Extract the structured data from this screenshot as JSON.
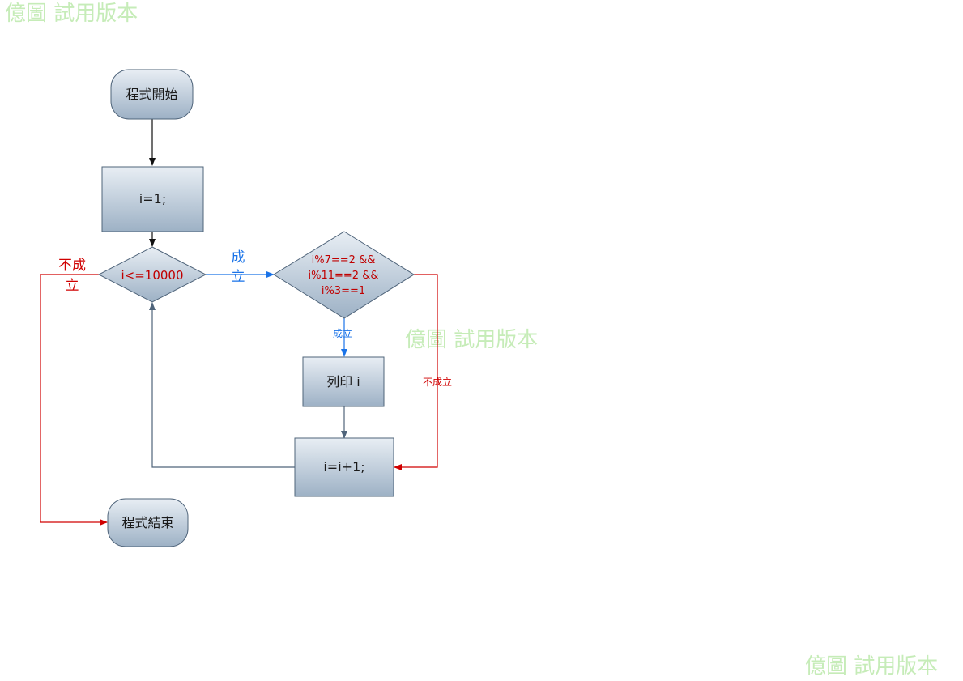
{
  "watermark": {
    "top_left": "億圖 試用版本",
    "middle": "億圖 試用版本",
    "bottom_right": "億圖 試用版本"
  },
  "nodes": {
    "start": "程式開始",
    "init": "i=1;",
    "loop_condition": "i<=10000",
    "check_condition": [
      "i%7==2 &&",
      "i%11==2  &&",
      "i%3==1"
    ],
    "print": "列印 i",
    "increment": "i=i+1;",
    "end": "程式結束"
  },
  "edge_labels": {
    "loop_true": [
      "成",
      "立"
    ],
    "loop_false": [
      "不成",
      "立"
    ],
    "check_true": "成立",
    "check_false": "不成立"
  },
  "colors": {
    "node_fill_top": "#e6ecf2",
    "node_fill_bottom": "#9fb3c6",
    "node_stroke": "#4f647a",
    "red": "#d00000",
    "blue": "#1a73e8",
    "dark": "#1a1a1a"
  }
}
